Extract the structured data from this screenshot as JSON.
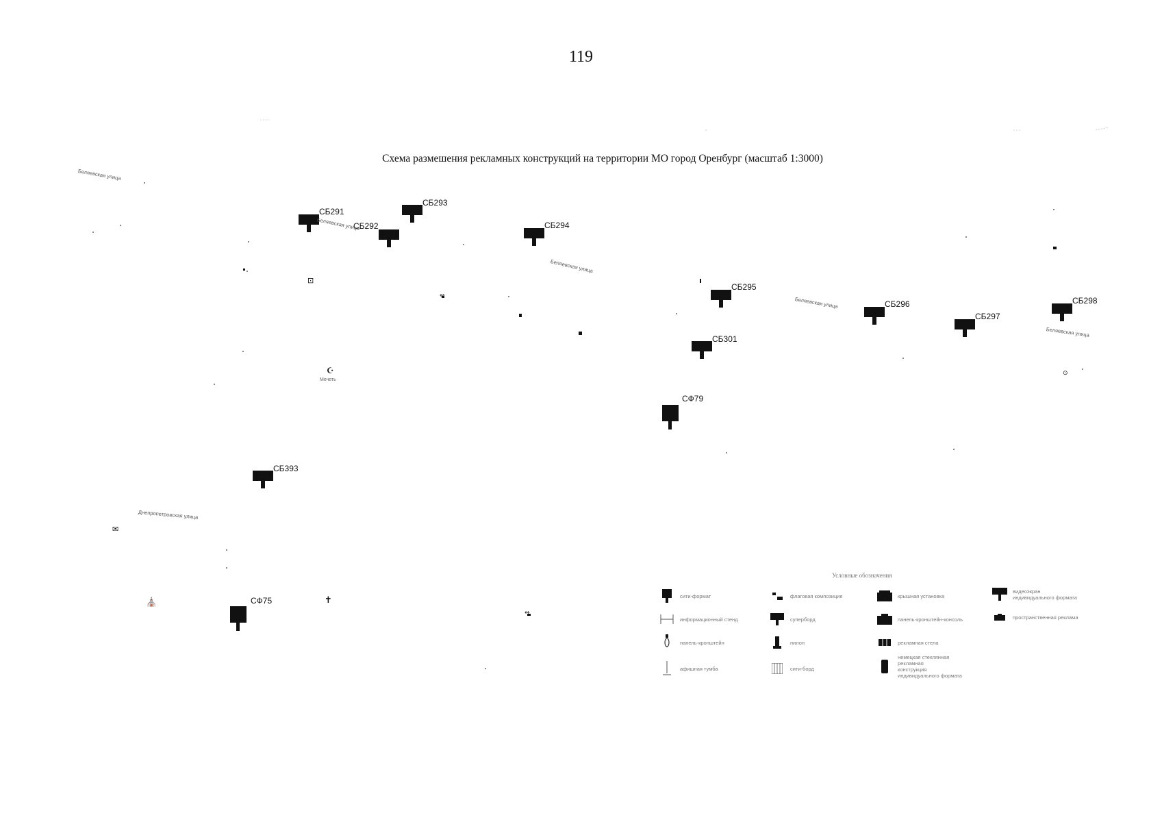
{
  "page_number": "119",
  "map_title": "Схема размешения рекламных конструкций на территории МО город Оренбург (масштаб 1:3000)",
  "markers": [
    {
      "id": "СБ291",
      "type": "billboard"
    },
    {
      "id": "СБ292",
      "type": "billboard"
    },
    {
      "id": "СБ293",
      "type": "billboard"
    },
    {
      "id": "СБ294",
      "type": "billboard"
    },
    {
      "id": "СБ295",
      "type": "billboard"
    },
    {
      "id": "СБ296",
      "type": "billboard"
    },
    {
      "id": "СБ297",
      "type": "billboard"
    },
    {
      "id": "СБ298",
      "type": "billboard"
    },
    {
      "id": "СБ301",
      "type": "billboard"
    },
    {
      "id": "СБ393",
      "type": "billboard"
    },
    {
      "id": "СФ79",
      "type": "city-format"
    },
    {
      "id": "СФ75",
      "type": "city-format"
    }
  ],
  "streets": {
    "s1": "Беляевская улица",
    "s2": "Беляевская улица",
    "s3": "Беляевская улица",
    "s4": "Беляевская улица",
    "s5": "Беляевская улица",
    "s6": "Днепропетровская улица"
  },
  "poi": {
    "mosque": "Мечеть"
  },
  "legend": {
    "title": "Условные обозначения",
    "items": [
      {
        "label": "сити-формат",
        "icon": "city-format-icon"
      },
      {
        "label": "флаговая композиция",
        "icon": "flag-composition-icon"
      },
      {
        "label": "крышная установка",
        "icon": "roof-installation-icon"
      },
      {
        "label": "видеоэкран\nиндивидуального формата",
        "icon": "video-screen-icon"
      },
      {
        "label": "информационный стенд",
        "icon": "info-stand-icon"
      },
      {
        "label": "суперборд",
        "icon": "superboard-icon"
      },
      {
        "label": "панель-кронштейн-консоль",
        "icon": "roof-console-icon"
      },
      {
        "label": "пространственная реклама",
        "icon": "spatial-ad-icon"
      },
      {
        "label": "панель-кронштейн",
        "icon": "bracket-panel-icon"
      },
      {
        "label": "пилон",
        "icon": "pylon-icon"
      },
      {
        "label": "рекламная стела",
        "icon": "stele-icon"
      },
      {
        "label": "афишная тумба",
        "icon": "poster-column-icon"
      },
      {
        "label": "сити-борд",
        "icon": "city-board-icon"
      },
      {
        "label": "немецкая стеклянная\nрекламная\nконструкция\nиндивидуального формата",
        "icon": "individual-format-icon"
      }
    ]
  },
  "colors": {
    "marker": "#111111",
    "text": "#111111",
    "faint": "#888888"
  }
}
